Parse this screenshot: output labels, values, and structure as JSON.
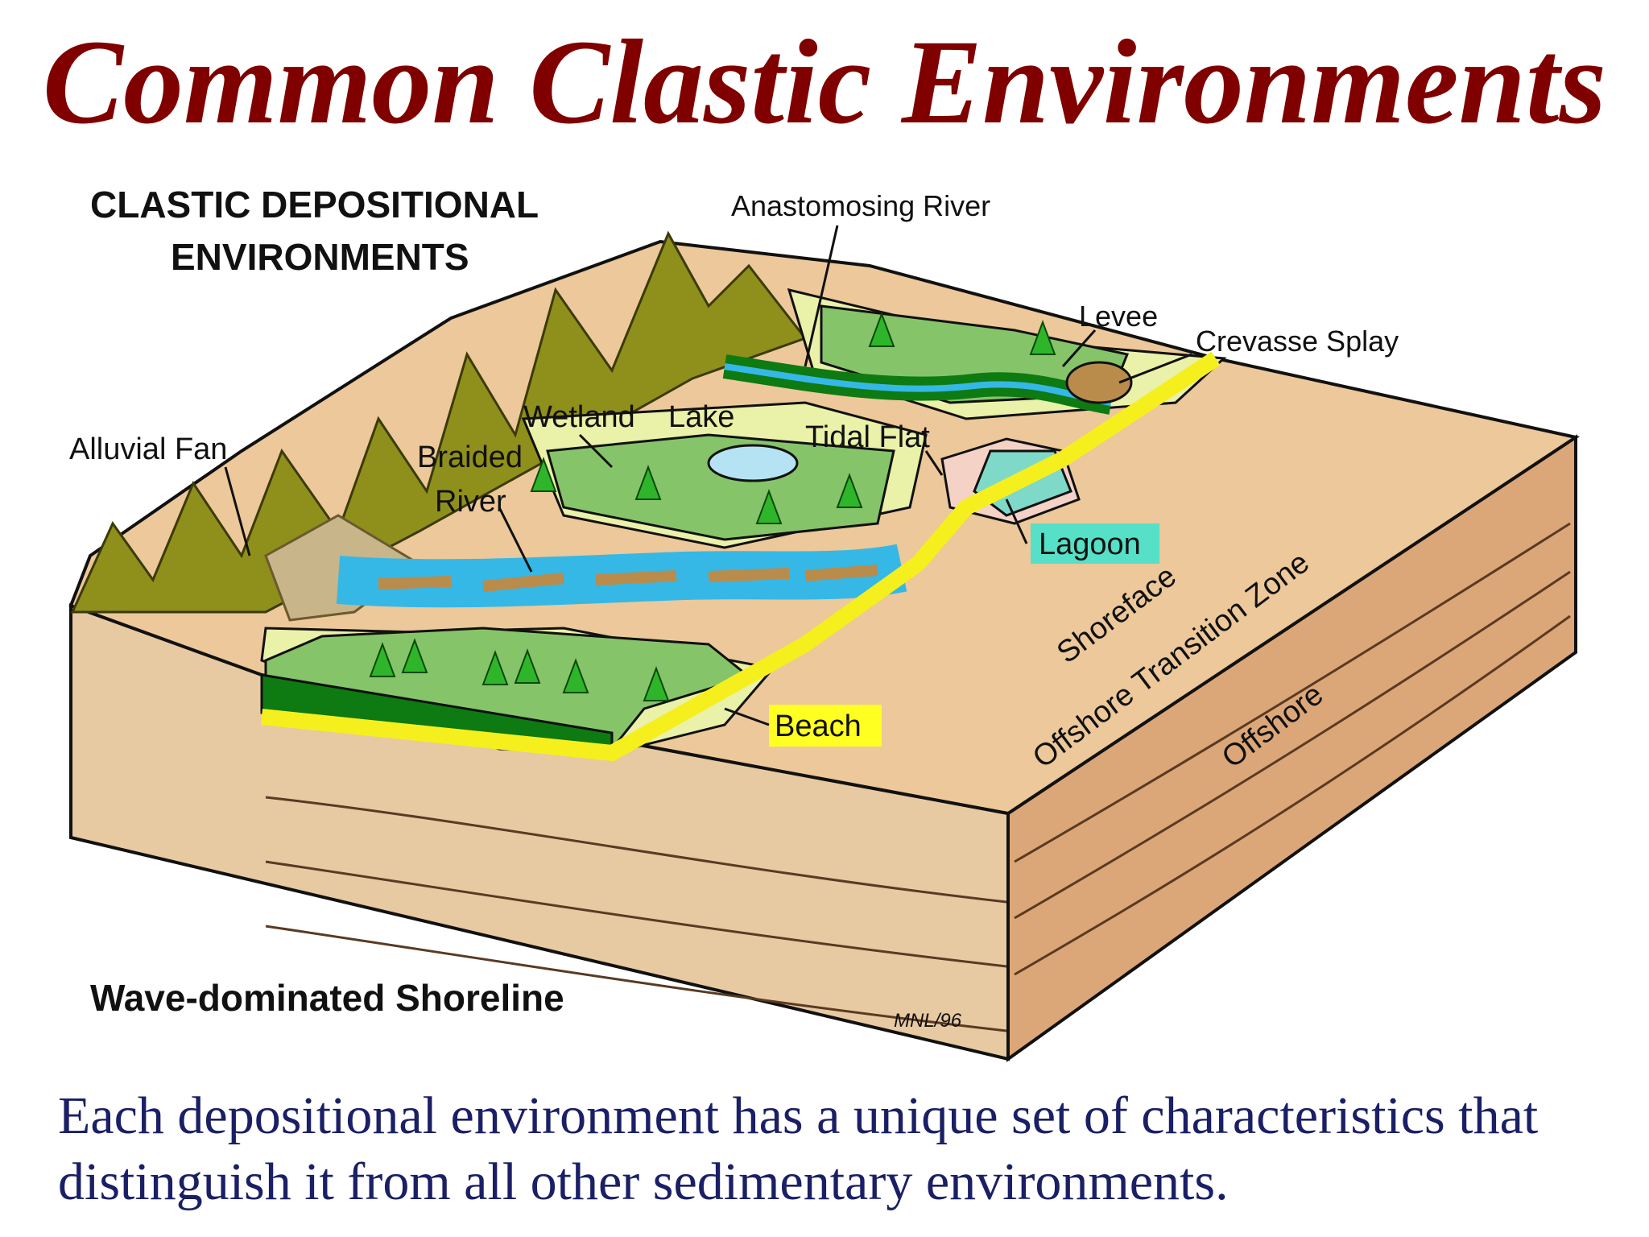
{
  "title": "Common Clastic Environments",
  "diagram": {
    "heading_line1": "CLASTIC DEPOSITIONAL",
    "heading_line2": "ENVIRONMENTS",
    "footer_label": "Wave-dominated Shoreline",
    "signature": "MNL/96",
    "labels": {
      "anastomosing_river": "Anastomosing River",
      "levee": "Levee",
      "crevasse_splay": "Crevasse Splay",
      "wetland": "Wetland",
      "lake": "Lake",
      "tidal_flat": "Tidal Flat",
      "alluvial_fan": "Alluvial Fan",
      "braided_line1": "Braided",
      "braided_line2": "River",
      "lagoon": "Lagoon",
      "beach": "Beach",
      "shoreface": "Shoreface",
      "offshore_transition": "Offshore Transition Zone",
      "offshore": "Offshore"
    },
    "colors": {
      "mountain": "#8f8f1c",
      "forest": "#86c46a",
      "dark_green": "#0d7a12",
      "water": "#35b8e6",
      "beach": "#f6ef1e",
      "sand": "#ecc89a",
      "block_side": "#dca778",
      "lagoon_box": "#55e0c7",
      "beach_box": "#ffff22",
      "title": "#800000",
      "caption": "#1a1f66"
    }
  },
  "caption": "Each depositional environment has a unique set of characteristics that distinguish it from all other sedimentary environments."
}
